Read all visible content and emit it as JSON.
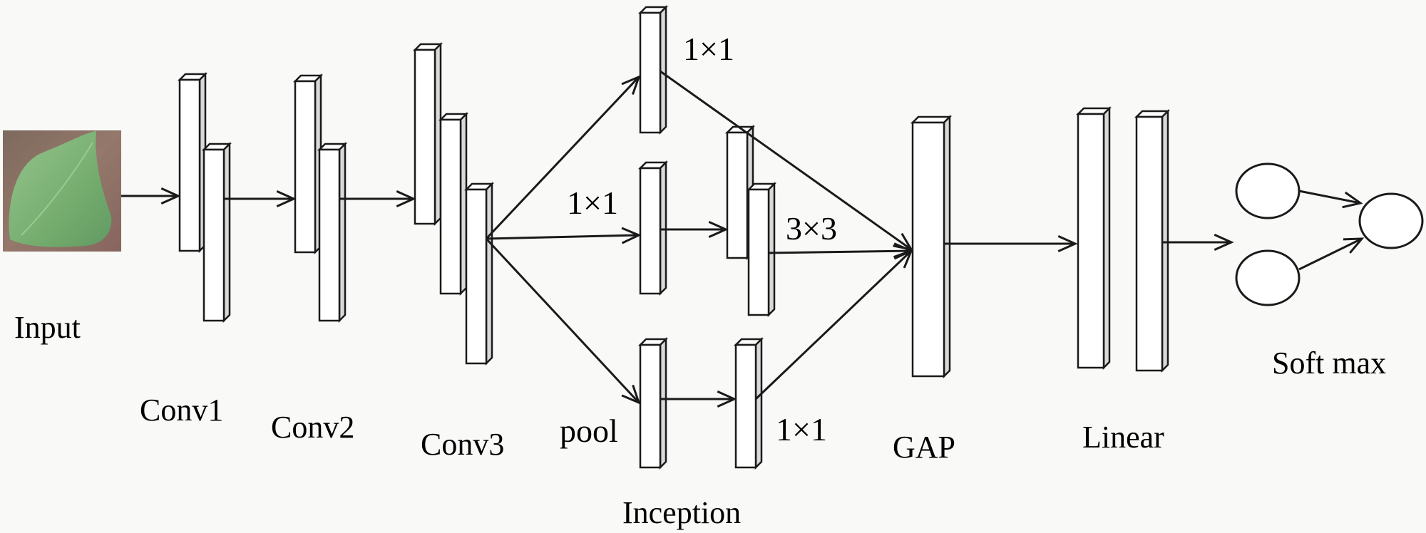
{
  "labels": {
    "input": "Input",
    "conv1": "Conv1",
    "conv2": "Conv2",
    "conv3": "Conv3",
    "inception": "Inception",
    "branch_top": "1×1",
    "branch_mid": "1×1",
    "branch_mid_second": "3×3",
    "branch_pool": "pool",
    "branch_pool_conv": "1×1",
    "gap": "GAP",
    "linear": "Linear",
    "softmax": "Soft max"
  },
  "colors": {
    "stroke": "#1a1a1a",
    "block_face": "#ffffff",
    "block_side": "#d9d9d9",
    "background": "#f9f9f8",
    "leaf_green": "#7fb57a",
    "leaf_bg": "#8c6f66"
  }
}
